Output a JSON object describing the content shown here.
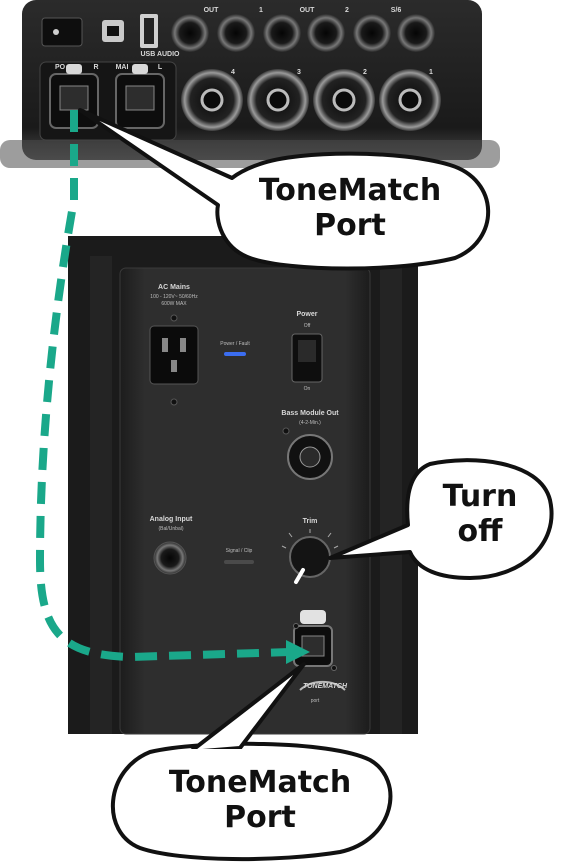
{
  "mixer": {
    "usb_label": "USB AUDIO",
    "out_label_a": "OUT",
    "out_label_b": "OUT",
    "out_num_1": "1",
    "out_num_2": "2",
    "s6_label": "S/6",
    "r_label": "R",
    "l_label": "L",
    "main_label": "MAI",
    "po_label": "PO",
    "ch_labels": [
      "4",
      "3",
      "2",
      "1"
    ]
  },
  "speaker": {
    "ac_mains_label": "AC Mains",
    "ac_mains_spec_1": "100 - 120V~ 50/60Hz",
    "ac_mains_spec_2": "600W MAX",
    "power_fault_label": "Power / Fault",
    "power_label": "Power",
    "off_label": "Off",
    "on_label": "On",
    "bass_out_label": "Bass Module Out",
    "bass_out_sub": "(4-2-Min.)",
    "analog_input_label": "Analog Input",
    "analog_input_sub": "(Bal/Unbal)",
    "signal_clip_label": "Signal / Clip",
    "trim_label": "Trim",
    "tonematch_logo": "TONEMATCH",
    "port_label": "port"
  },
  "callouts": {
    "top": {
      "line1": "ToneMatch",
      "line2": "Port"
    },
    "trim": {
      "line1": "Turn",
      "line2": "off"
    },
    "bottom": {
      "line1": "ToneMatch",
      "line2": "Port"
    }
  },
  "colors": {
    "cable": "#1aa88a",
    "panel": "#2a2a2a",
    "mixer_body": "#1f1f1f",
    "led_blue": "#3b6df0"
  }
}
